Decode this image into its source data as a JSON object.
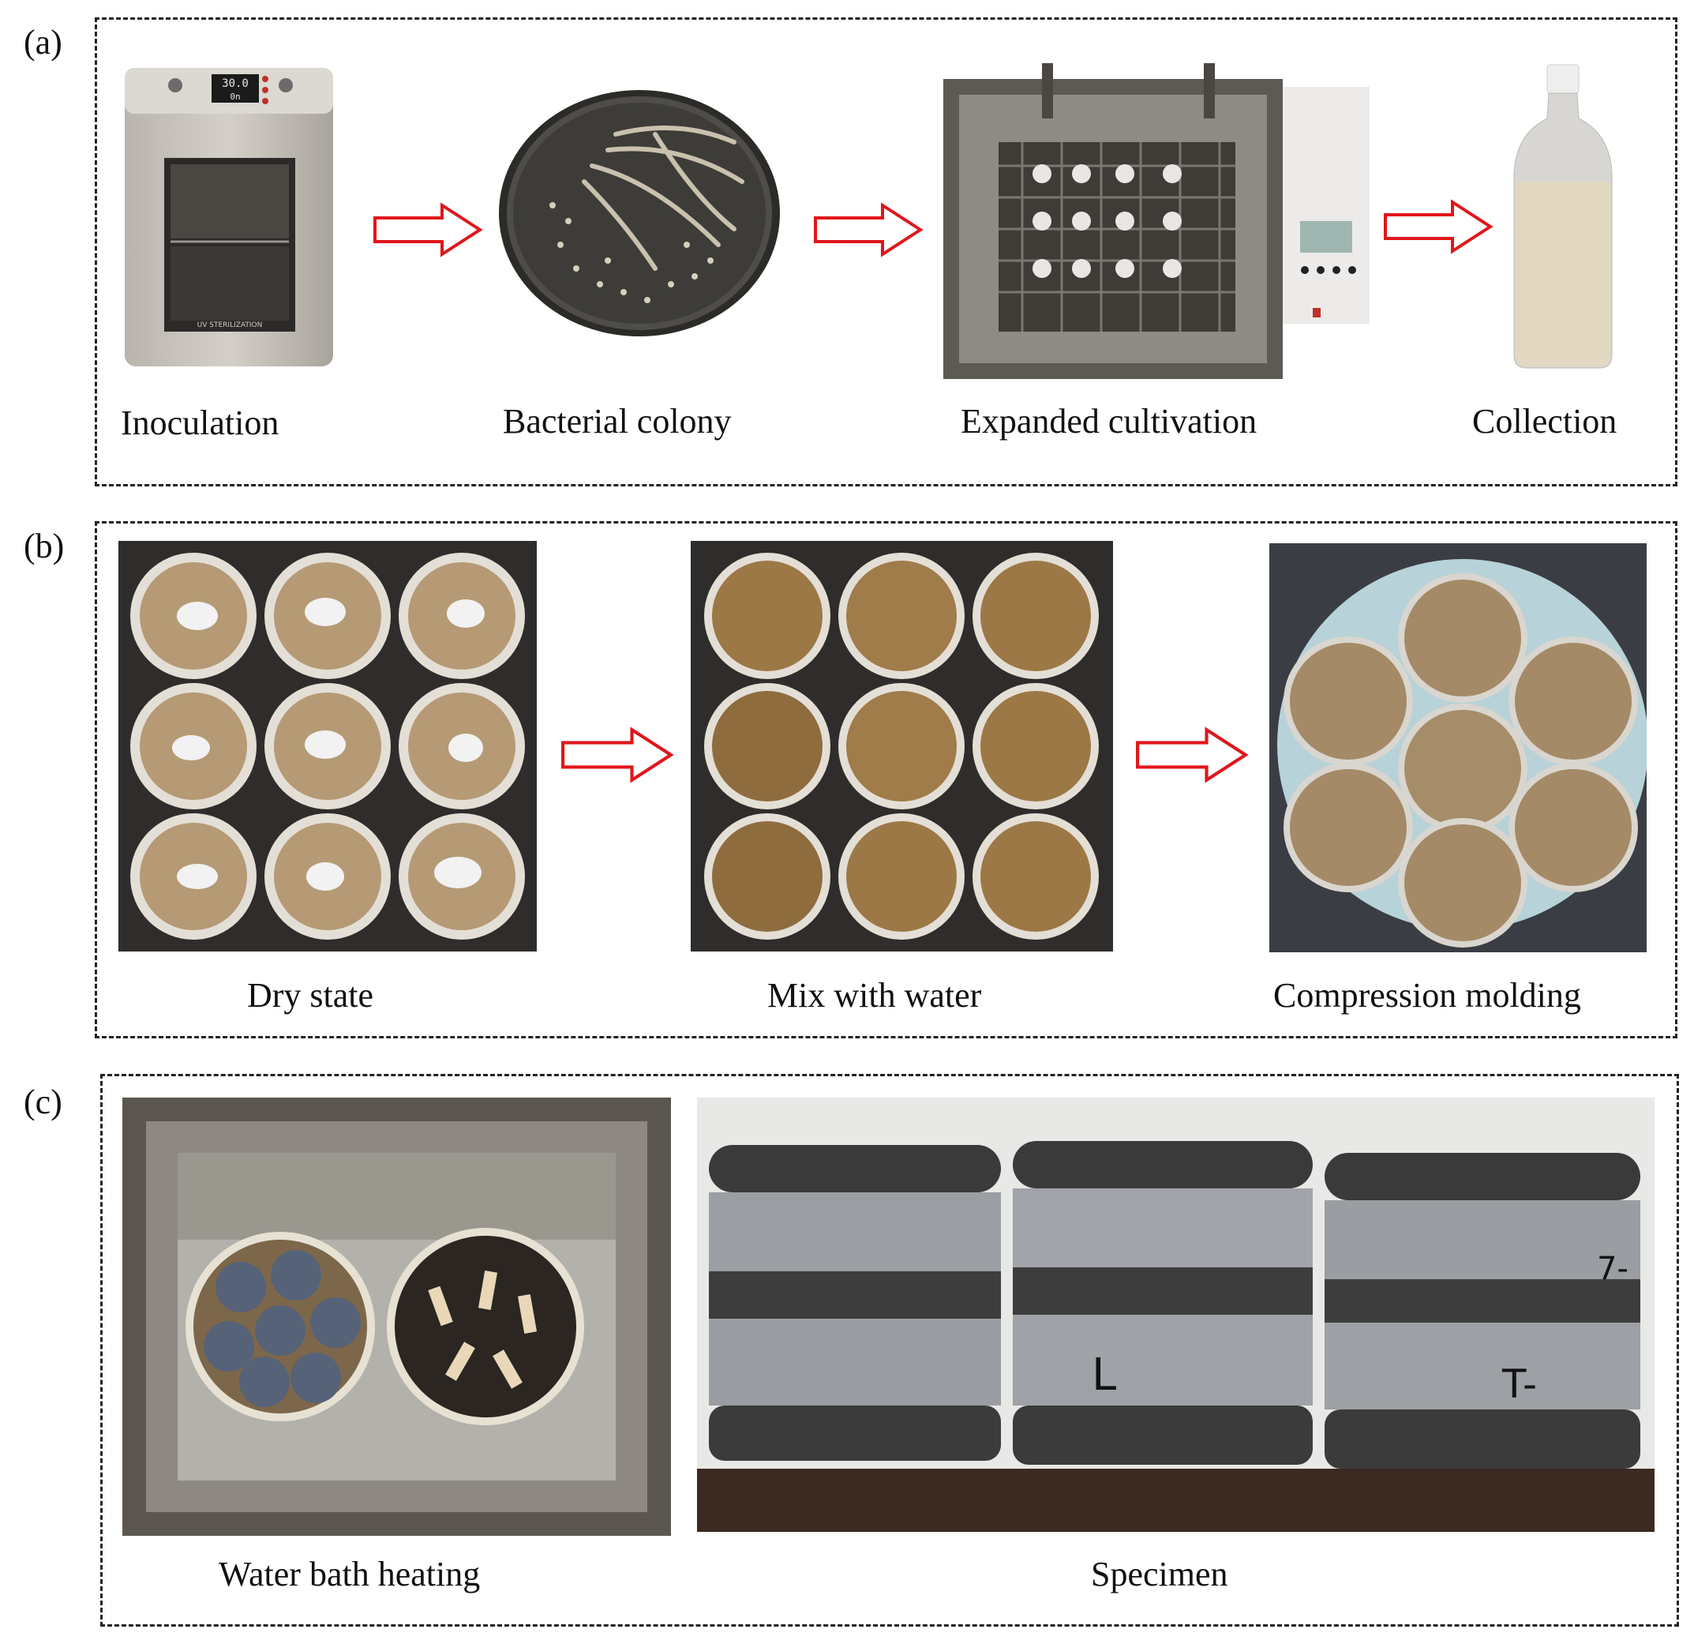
{
  "panels": {
    "a": {
      "label": "(a)",
      "captions": [
        "Inoculation",
        "Bacterial colony",
        "Expanded cultivation",
        "Collection"
      ],
      "incubator_display": [
        "30.0",
        "0n"
      ],
      "incubator_window_label": "UV STERILIZATION"
    },
    "b": {
      "label": "(b)",
      "captions": [
        "Dry state",
        "Mix with water",
        "Compression molding"
      ]
    },
    "c": {
      "label": "(c)",
      "captions": [
        "Water bath heating",
        "Specimen"
      ],
      "specimen_marks": [
        "L",
        "T-",
        "7-"
      ]
    }
  },
  "colors": {
    "arrow_outline": "#e0161b",
    "frame_border": "#222222"
  },
  "icons": [
    "right-arrow-icon"
  ]
}
